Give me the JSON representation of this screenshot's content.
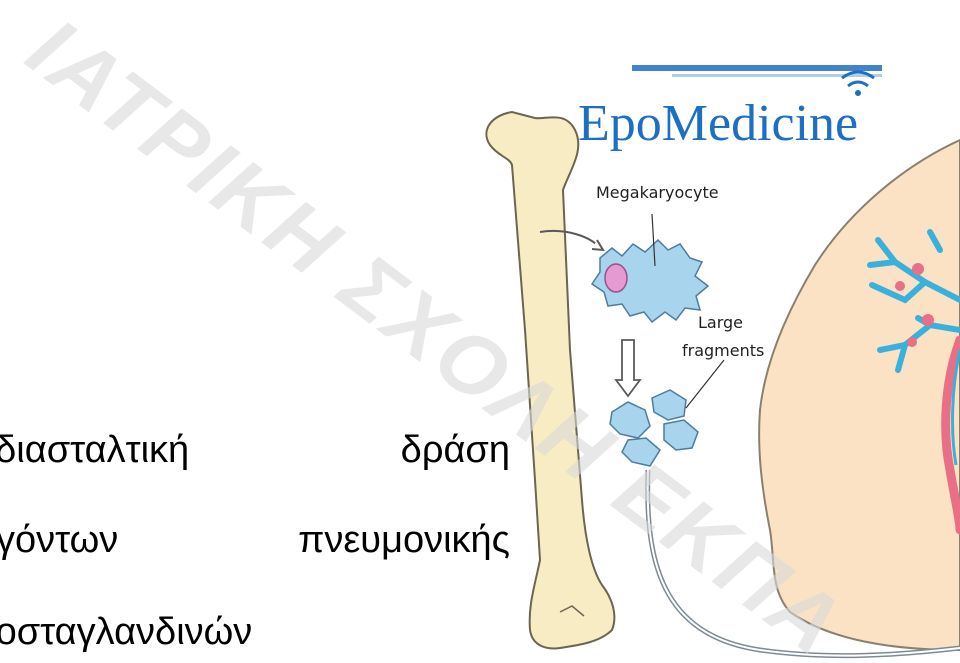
{
  "text_lines": {
    "line1": {
      "left": "οδιασταλτική",
      "right": "δράση"
    },
    "line2": {
      "left": "αγόντων",
      "right": "πνευμονικής"
    },
    "line3": "ροσταγλανδινών"
  },
  "figure": {
    "logo": {
      "epo": "Epo",
      "medicine": "Medicine"
    },
    "labels": {
      "megakaryocyte": "Megakaryocyte",
      "large": "Large",
      "fragments": "fragments"
    },
    "colors": {
      "bone": "#f7ecc3",
      "bone_outline": "#6b6552",
      "cell": "#a9d4ee",
      "nucleus": "#e59bd2",
      "lung": "#fce2c4",
      "airway": "#3ab1dc",
      "vessel_red": "#e86f86",
      "logo_blue": "#1d6fc3"
    }
  },
  "watermark": {
    "text": "ΙΑΤΡΙΚΗ ΣΧΟΛΗ ΕΚΠΑ",
    "color": "#d9d9d9"
  }
}
